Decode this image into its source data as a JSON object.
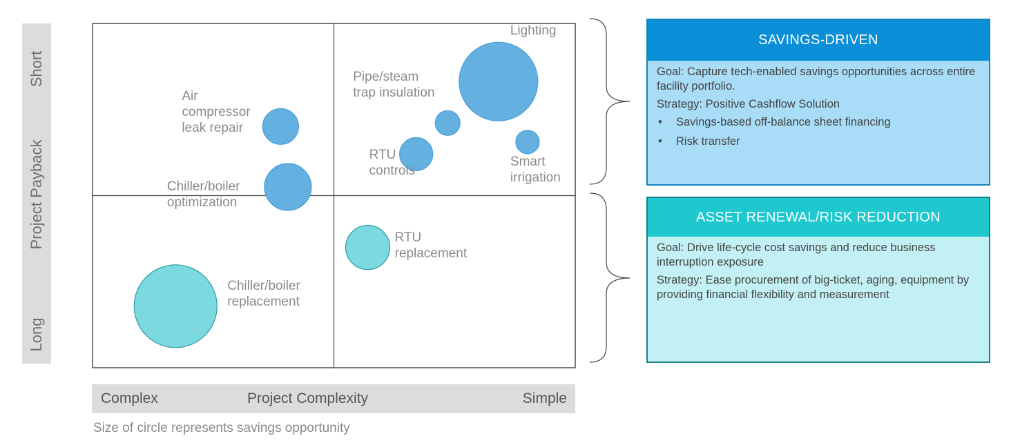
{
  "chart_data": {
    "type": "scatter",
    "subtype": "bubble",
    "xlabel": "Project Complexity",
    "x_tick_labels": [
      "Complex",
      "Simple"
    ],
    "ylabel": "Project Payback",
    "y_tick_labels": [
      "Long",
      "Short"
    ],
    "xlim": [
      0,
      10
    ],
    "ylim": [
      0,
      10
    ],
    "quadrant_dividers": {
      "x": 5,
      "y": 5
    },
    "note": "Size of circle represents savings opportunity",
    "series": [
      {
        "name": "Savings-driven",
        "color": "#64b0e0",
        "stroke": "#4a9fd6",
        "points": [
          {
            "label": [
              "Lighting"
            ],
            "x": 8.4,
            "y": 8.3,
            "size": 57
          },
          {
            "label": [
              "Pipe/steam",
              "trap insulation"
            ],
            "x": 7.35,
            "y": 7.1,
            "size": 18
          },
          {
            "label": [
              "RTU",
              "controls"
            ],
            "x": 6.7,
            "y": 6.2,
            "size": 24
          },
          {
            "label": [
              "Smart",
              "irrigation"
            ],
            "x": 9.0,
            "y": 6.55,
            "size": 17
          },
          {
            "label": [
              "Air",
              "compressor",
              "leak repair"
            ],
            "x": 3.9,
            "y": 7.0,
            "size": 26
          },
          {
            "label": [
              "Chiller/boiler",
              "optimization"
            ],
            "x": 4.05,
            "y": 5.25,
            "size": 34
          }
        ]
      },
      {
        "name": "Asset renewal/risk reduction",
        "color": "#7dd9e0",
        "stroke": "#2a9da3",
        "points": [
          {
            "label": [
              "RTU",
              "replacement"
            ],
            "x": 5.7,
            "y": 3.5,
            "size": 32
          },
          {
            "label": [
              "Chiller/boiler",
              "replacement"
            ],
            "x": 1.73,
            "y": 1.8,
            "size": 60
          }
        ]
      }
    ]
  },
  "panels": {
    "savings": {
      "title": "SAVINGS-DRIVEN",
      "goal_key": "Goal:",
      "goal_text": " Capture tech-enabled savings opportunities across entire facility portfolio.",
      "strategy_key": "Strategy:",
      "strategy_text": " Positive Cashflow Solution",
      "bullets": [
        "Savings-based off-balance sheet financing",
        "Risk transfer"
      ],
      "color": "#0a8fd8"
    },
    "asset": {
      "title": "ASSET RENEWAL/RISK REDUCTION",
      "goal_key": "Goal:",
      "goal_text": " Drive life-cycle cost savings and reduce business interruption exposure",
      "strategy_key": "Strategy:",
      "strategy_text": " Ease procurement of big-ticket, aging, equipment by providing financial flexibility and measurement",
      "color": "#1fc7cf"
    }
  }
}
